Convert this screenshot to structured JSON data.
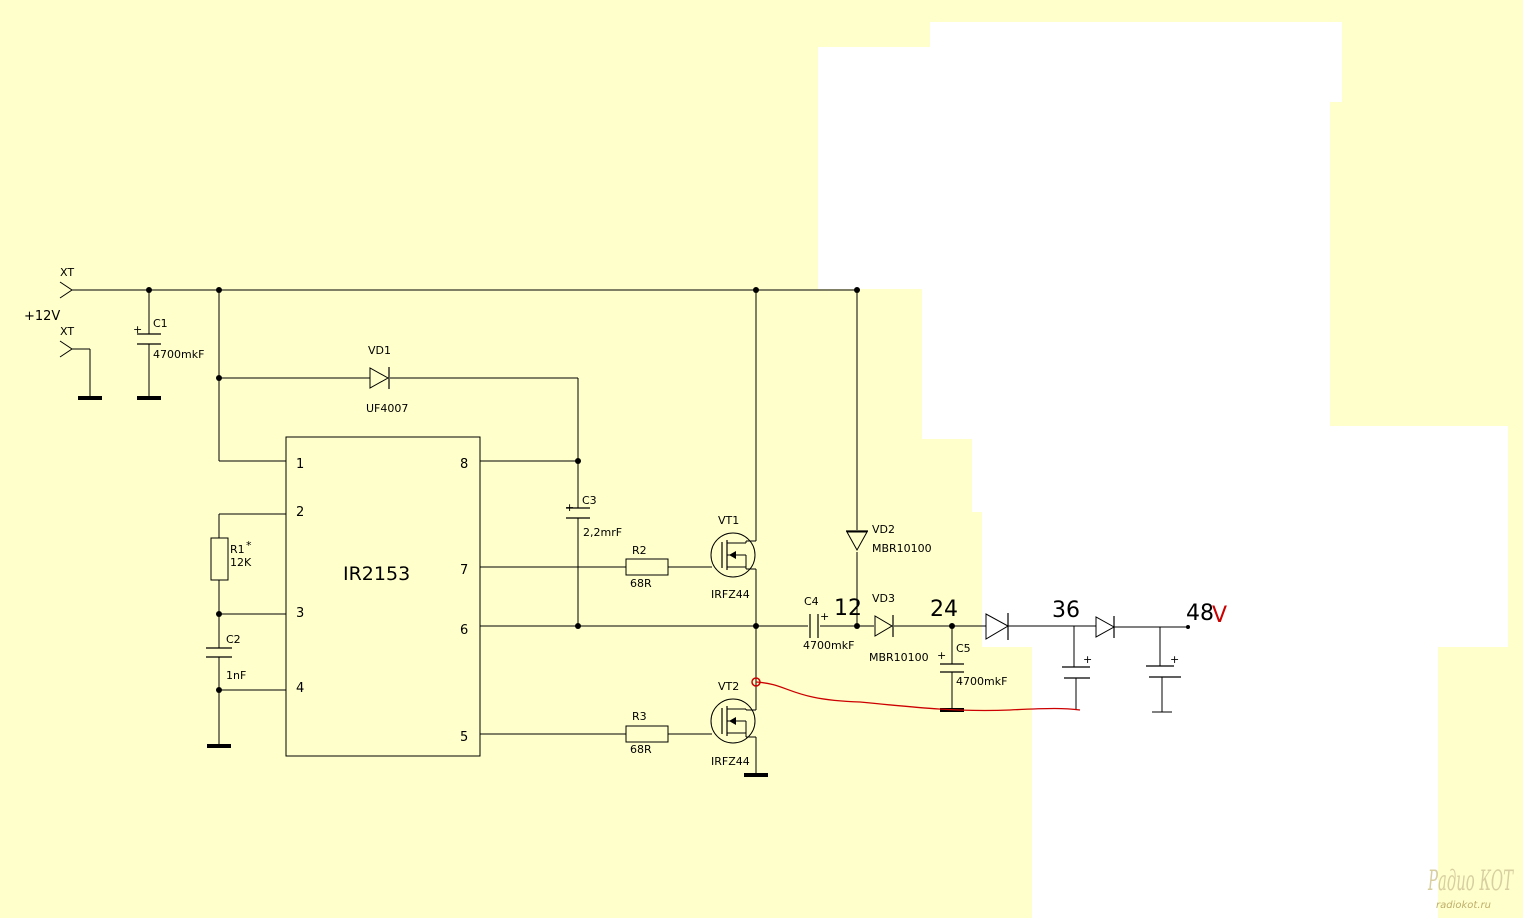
{
  "diagram": {
    "ports": {
      "xt_top": "XT",
      "xt_bottom": "XT",
      "supply": "+12V"
    },
    "ic": {
      "name": "IR2153",
      "pins": {
        "p1": "1",
        "p2": "2",
        "p3": "3",
        "p4": "4",
        "p5": "5",
        "p6": "6",
        "p7": "7",
        "p8": "8"
      }
    },
    "components": {
      "c1": {
        "ref": "C1",
        "value": "4700mkF"
      },
      "vd1": {
        "ref": "VD1",
        "value": "UF4007"
      },
      "c3": {
        "ref": "C3",
        "value": "2,2mrF"
      },
      "r1": {
        "ref": "R1",
        "star": "*",
        "value": "12K"
      },
      "c2": {
        "ref": "C2",
        "value": "1nF"
      },
      "r2": {
        "ref": "R2",
        "value": "68R"
      },
      "r3": {
        "ref": "R3",
        "value": "68R"
      },
      "vt1": {
        "ref": "VT1",
        "value": "IRFZ44"
      },
      "vt2": {
        "ref": "VT2",
        "value": "IRFZ44"
      },
      "vd2": {
        "ref": "VD2",
        "value": "MBR10100"
      },
      "c4": {
        "ref": "C4",
        "value": "4700mkF"
      },
      "vd3": {
        "ref": "VD3",
        "value": "MBR10100"
      },
      "c5": {
        "ref": "C5",
        "value": "4700mkF"
      }
    },
    "plus_sign": "+",
    "handwritten": {
      "v12": "12",
      "v24": "24",
      "v36": "36",
      "v48_num": "48",
      "v48_unit": "V"
    },
    "watermark": {
      "logo": "Радио КОТ",
      "site": "radiokot.ru"
    },
    "colors": {
      "background": "#ffffcc",
      "patch": "#ffffff",
      "wire": "#000000",
      "hand_red": "#cc0000",
      "watermark": "#d8cfa0"
    }
  }
}
